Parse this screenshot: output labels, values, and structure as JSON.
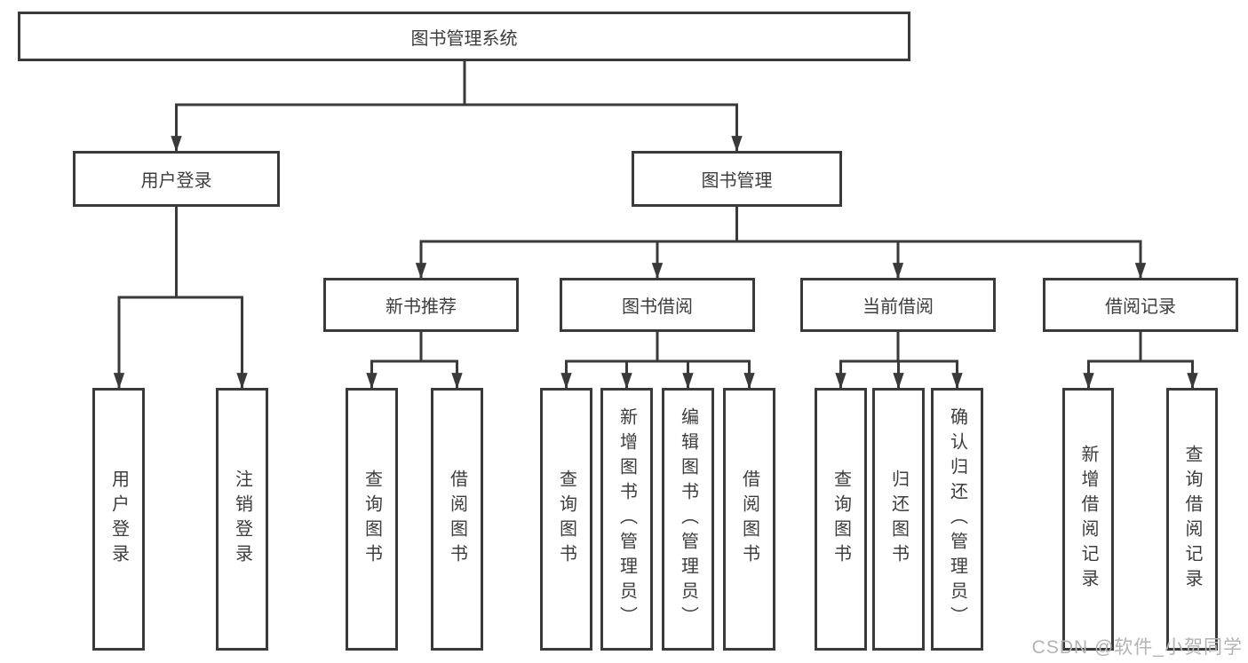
{
  "diagram": {
    "root": {
      "label": "图书管理系统"
    },
    "branches": [
      {
        "label": "用户登录",
        "children": [
          {
            "label": "用户登录"
          },
          {
            "label": "注销登录"
          }
        ]
      },
      {
        "label": "图书管理",
        "children": [
          {
            "label": "新书推荐",
            "children": [
              {
                "label": "查询图书"
              },
              {
                "label": "借阅图书"
              }
            ]
          },
          {
            "label": "图书借阅",
            "children": [
              {
                "label": "查询图书"
              },
              {
                "label": "新增图书（管理员）"
              },
              {
                "label": "编辑图书（管理员）"
              },
              {
                "label": "借阅图书"
              }
            ]
          },
          {
            "label": "当前借阅",
            "children": [
              {
                "label": "查询图书"
              },
              {
                "label": "归还图书"
              },
              {
                "label": "确认归还（管理员）"
              }
            ]
          },
          {
            "label": "借阅记录",
            "children": [
              {
                "label": "新增借阅记录"
              },
              {
                "label": "查询借阅记录"
              }
            ]
          }
        ]
      }
    ]
  },
  "colors": {
    "line": "#3a3a3a",
    "box_border": "#3a3a3a",
    "text": "#3d3d3d",
    "watermark": "#b3b3b3",
    "background": "#ffffff"
  },
  "watermark": {
    "text": "CSDN @软件_小贺同学"
  }
}
